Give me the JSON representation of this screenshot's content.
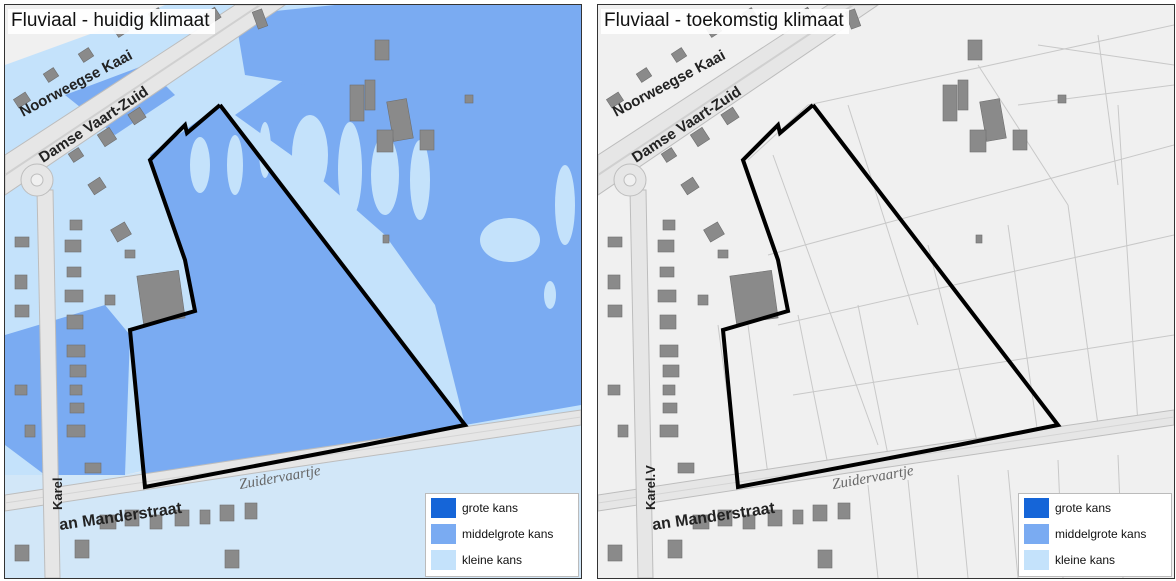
{
  "panels": [
    {
      "title": "Fluviaal - huidig klimaat",
      "flooded": true
    },
    {
      "title": "Fluviaal - toekomstig klimaat",
      "flooded": false
    }
  ],
  "streets": {
    "noorweegse_kaai": "Noorweegse Kaai",
    "damse_vaart": "Damse Vaart-Zuid",
    "manderstraat_left": "an Manderstraat",
    "manderstraat_right": "an Manderstraat",
    "zuidervaartje": "Zuidervaartje",
    "karel_left": "Karel",
    "karel_right": "Karel.V"
  },
  "legend": {
    "items": [
      {
        "label": "grote kans",
        "color": "#1565d8"
      },
      {
        "label": "middelgrote kans",
        "color": "#7aabf2"
      },
      {
        "label": "kleine kans",
        "color": "#c4e2fb"
      }
    ]
  },
  "colors": {
    "basemap": "#f0f0f0",
    "building": "#8a8a8a",
    "road": "#e6e6e6",
    "outline": "#000000",
    "flood_medium": "#7aabf2",
    "flood_small": "#c4e2fb"
  }
}
